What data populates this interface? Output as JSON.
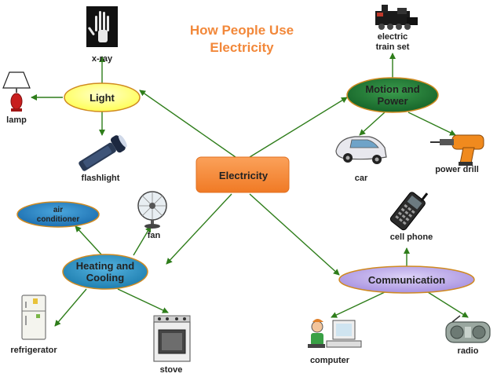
{
  "title": {
    "line1": "How People Use",
    "line2": "Electricity"
  },
  "colors": {
    "arrow": "#2e7d1a",
    "title": "#f2883a",
    "center": "#f58a3b",
    "light": "#ffff66",
    "motion": "#1c7a2e",
    "heating": "#2a8fc0",
    "communication": "#b9a4e8",
    "air_conditioner": "#2a7fc0"
  },
  "center": {
    "label": "Electricity"
  },
  "categories": {
    "light": {
      "label": "Light"
    },
    "motion": {
      "line1": "Motion and",
      "line2": "Power"
    },
    "heating": {
      "line1": "Heating and",
      "line2": "Cooling"
    },
    "communication": {
      "label": "Communication"
    }
  },
  "items": {
    "xray": {
      "label": "x-ray",
      "icon": "hand-xray-icon"
    },
    "lamp": {
      "label": "lamp",
      "icon": "lamp-icon"
    },
    "flashlight": {
      "label": "flashlight",
      "icon": "flashlight-icon"
    },
    "train": {
      "line1": "electric",
      "line2": "train set",
      "icon": "train-icon"
    },
    "car": {
      "label": "car",
      "icon": "car-icon"
    },
    "drill": {
      "label": "power drill",
      "icon": "drill-icon"
    },
    "air_conditioner": {
      "line1": "air",
      "line2": "conditioner"
    },
    "fan": {
      "label": "fan",
      "icon": "fan-icon"
    },
    "refrigerator": {
      "label": "refrigerator",
      "icon": "refrigerator-icon"
    },
    "stove": {
      "label": "stove",
      "icon": "stove-icon"
    },
    "cell_phone": {
      "label": "cell phone",
      "icon": "cell-phone-icon"
    },
    "computer": {
      "label": "computer",
      "icon": "computer-user-icon"
    },
    "radio": {
      "label": "radio",
      "icon": "radio-icon"
    }
  }
}
